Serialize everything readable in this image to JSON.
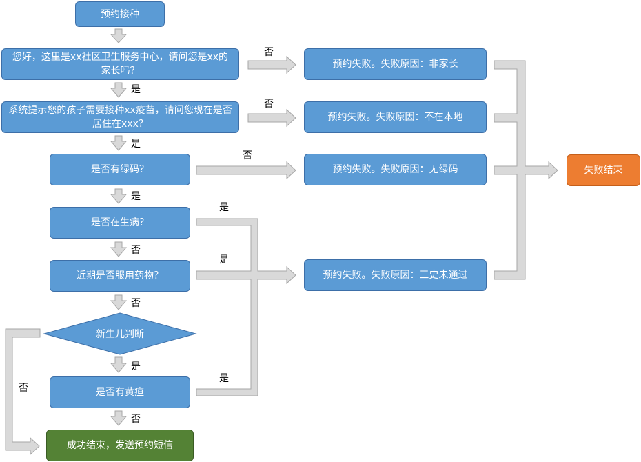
{
  "colors": {
    "process_fill": "#5b9bd5",
    "process_border": "#3d6fa8",
    "fail_end_fill": "#ed7d31",
    "success_end_fill": "#548235",
    "connector_fill": "#d9d9d9",
    "connector_stroke": "#a6a6a6"
  },
  "nodes": {
    "start": "预约接种",
    "q_parent": "您好，这里是xx社区卫生服务中心，请问您是xx的家长吗？",
    "q_residence": "系统提示您的孩子需要接种xx疫苗，请问您现在是否居住在xxx？",
    "q_green_code": "是否有绿码？",
    "q_sick": "是否在生病？",
    "q_medication": "近期是否服用药物？",
    "q_newborn": "新生儿判断",
    "q_jaundice": "是否有黄疸",
    "success_end": "成功结束，发送预约短信",
    "fail_not_parent": "预约失败。失败原因：非家长",
    "fail_not_local": "预约失败。失败原因：不在本地",
    "fail_no_green_code": "预约失败。失败原因：无绿码",
    "fail_three_history": "预约失败。失败原因：三史未通过",
    "fail_end": "失败结束"
  },
  "labels": {
    "yes_1": "是",
    "yes_2": "是",
    "yes_3": "是",
    "no_1": "否",
    "no_2": "否",
    "no_3": "否",
    "no_4": "否",
    "no_5": "否",
    "no_6": "否",
    "yes_sick": "是",
    "yes_medication": "是",
    "yes_jaundice": "是",
    "no_newborn": "否"
  }
}
